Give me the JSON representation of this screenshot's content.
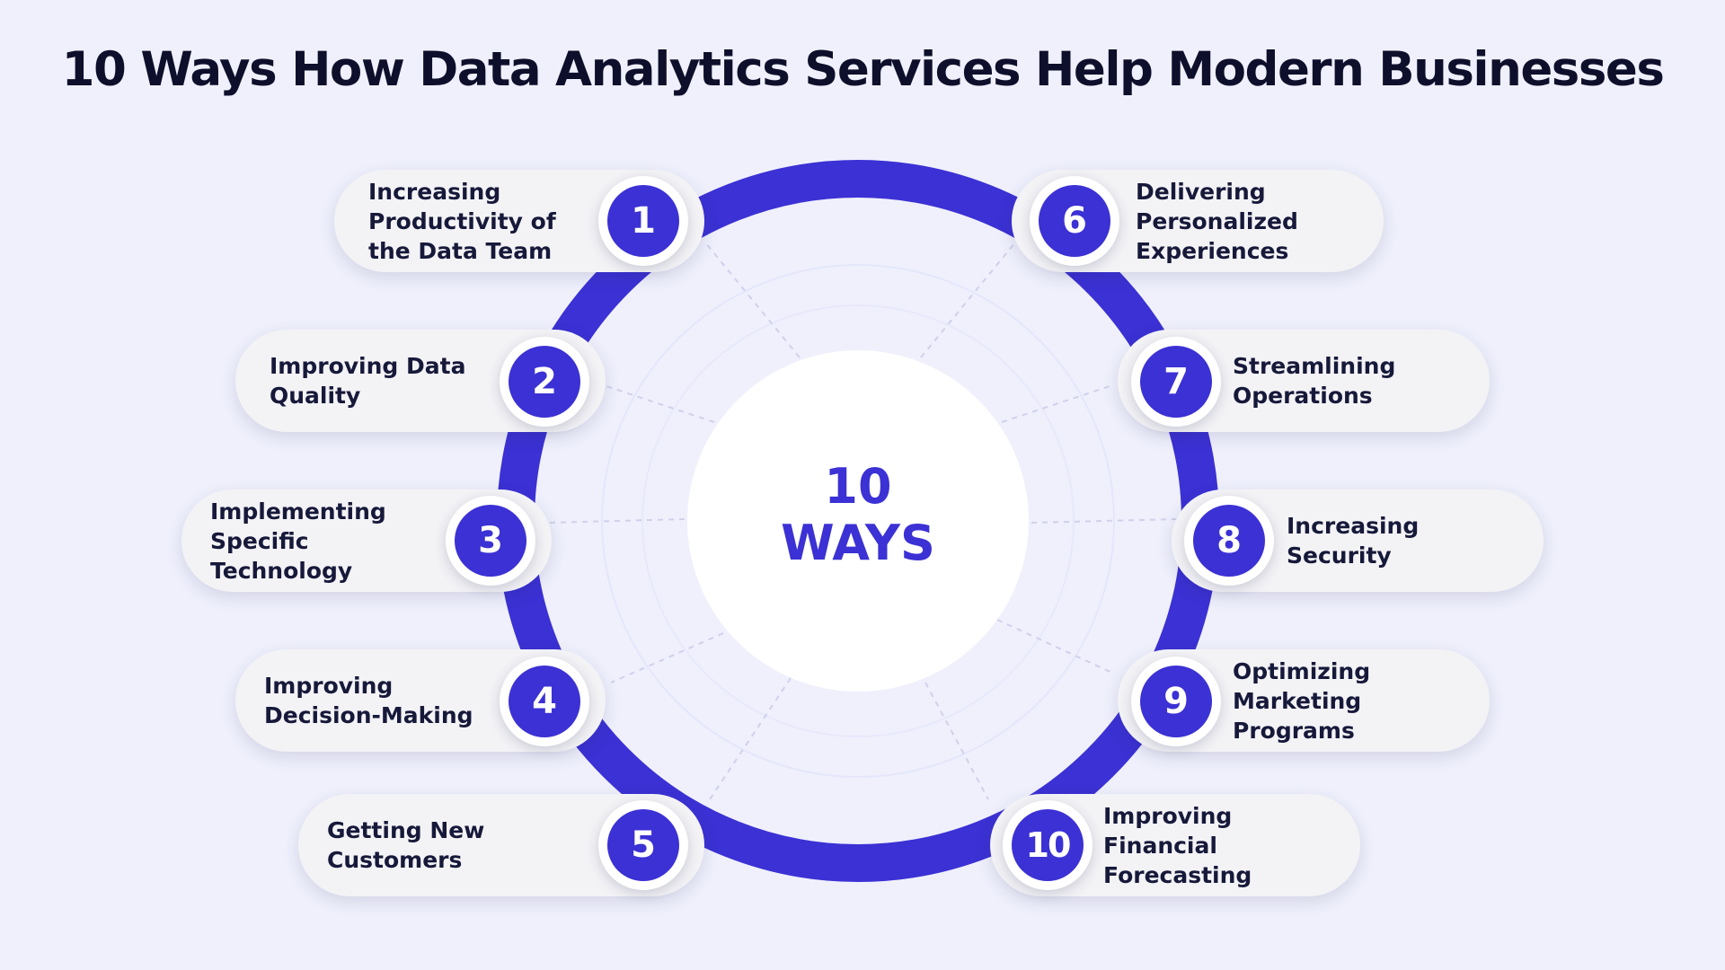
{
  "title": "10 Ways How Data Analytics Services Help Modern Businesses",
  "center": {
    "line1": "10",
    "line2": "WAYS"
  },
  "colors": {
    "background": "#eff0fc",
    "accent": "#3b31d4",
    "title": "#0e0f2b",
    "label": "#17193a",
    "pill": "#f3f3f6"
  },
  "items": [
    {
      "number": "1",
      "label": "Increasing Productivity of the Data Team"
    },
    {
      "number": "2",
      "label": "Improving Data Quality"
    },
    {
      "number": "3",
      "label": "Implementing Specific Technology"
    },
    {
      "number": "4",
      "label": "Improving Decision-Making"
    },
    {
      "number": "5",
      "label": "Getting New Customers"
    },
    {
      "number": "6",
      "label": "Delivering Personalized Experiences"
    },
    {
      "number": "7",
      "label": "Streamlining Operations"
    },
    {
      "number": "8",
      "label": "Increasing Security"
    },
    {
      "number": "9",
      "label": "Optimizing Marketing Programs"
    },
    {
      "number": "10",
      "label": "Improving Financial Forecasting"
    }
  ]
}
